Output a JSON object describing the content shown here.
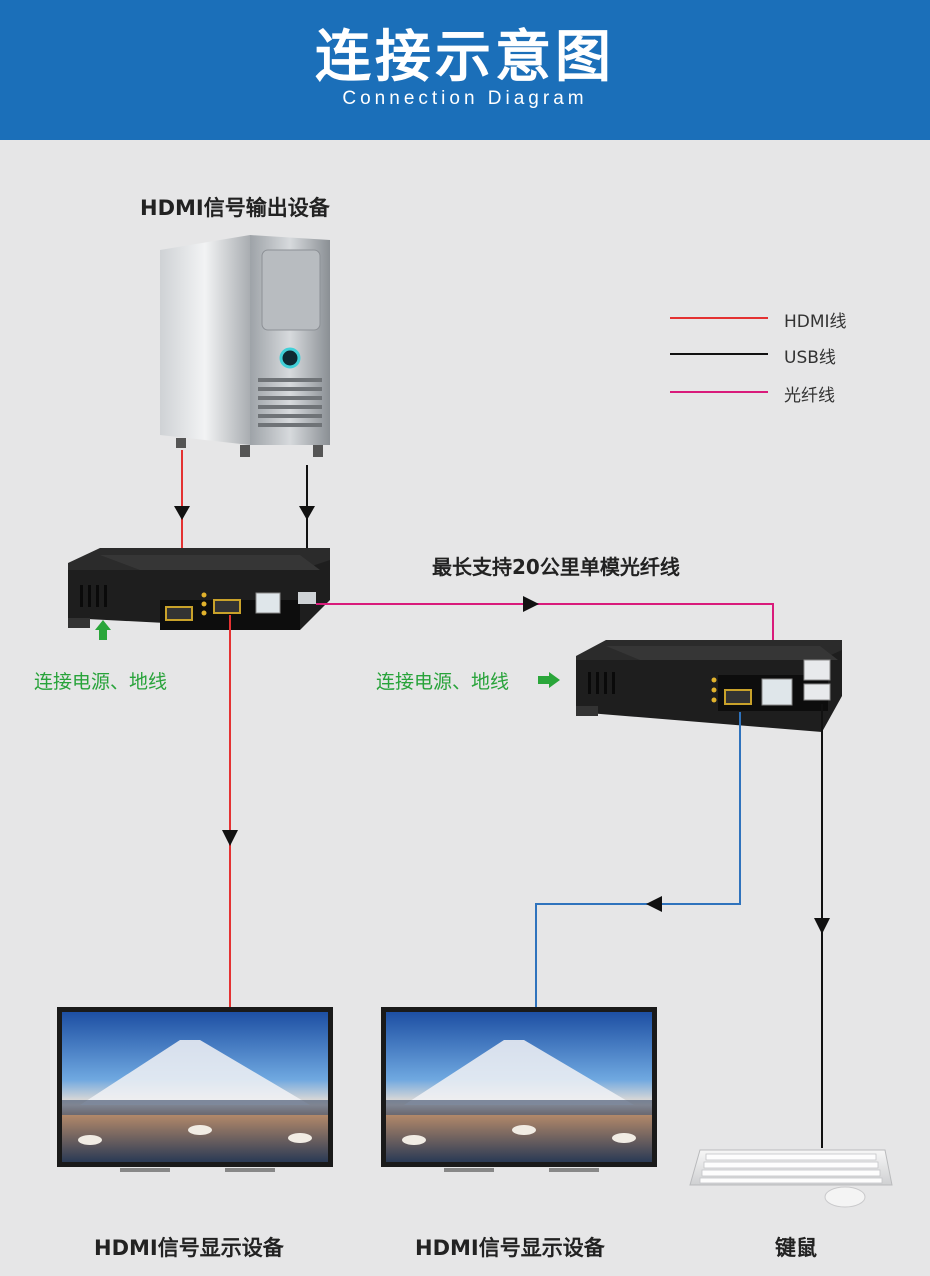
{
  "header": {
    "title_cn": "连接示意图",
    "title_en": "Connection Diagram"
  },
  "source_label": "HDMI信号输出设备",
  "distance_label": "最长支持20公里单模光纤线",
  "power_label_left": "连接电源、地线",
  "power_label_right": "连接电源、地线",
  "legend": {
    "items": [
      {
        "label": "HDMI线",
        "color": "#e43232"
      },
      {
        "label": "USB线",
        "color": "#111111"
      },
      {
        "label": "光纤线",
        "color": "#d91b7b"
      }
    ]
  },
  "display_left_label": "HDMI信号显示设备",
  "display_right_label": "HDMI信号显示设备",
  "keyboard_label": "键鼠",
  "line_colors": {
    "hdmi": "#e43232",
    "usb": "#111111",
    "fiber": "#d91b7b",
    "hdmi_out2": "#2f73bd",
    "arrow_green": "#2aa63a"
  }
}
